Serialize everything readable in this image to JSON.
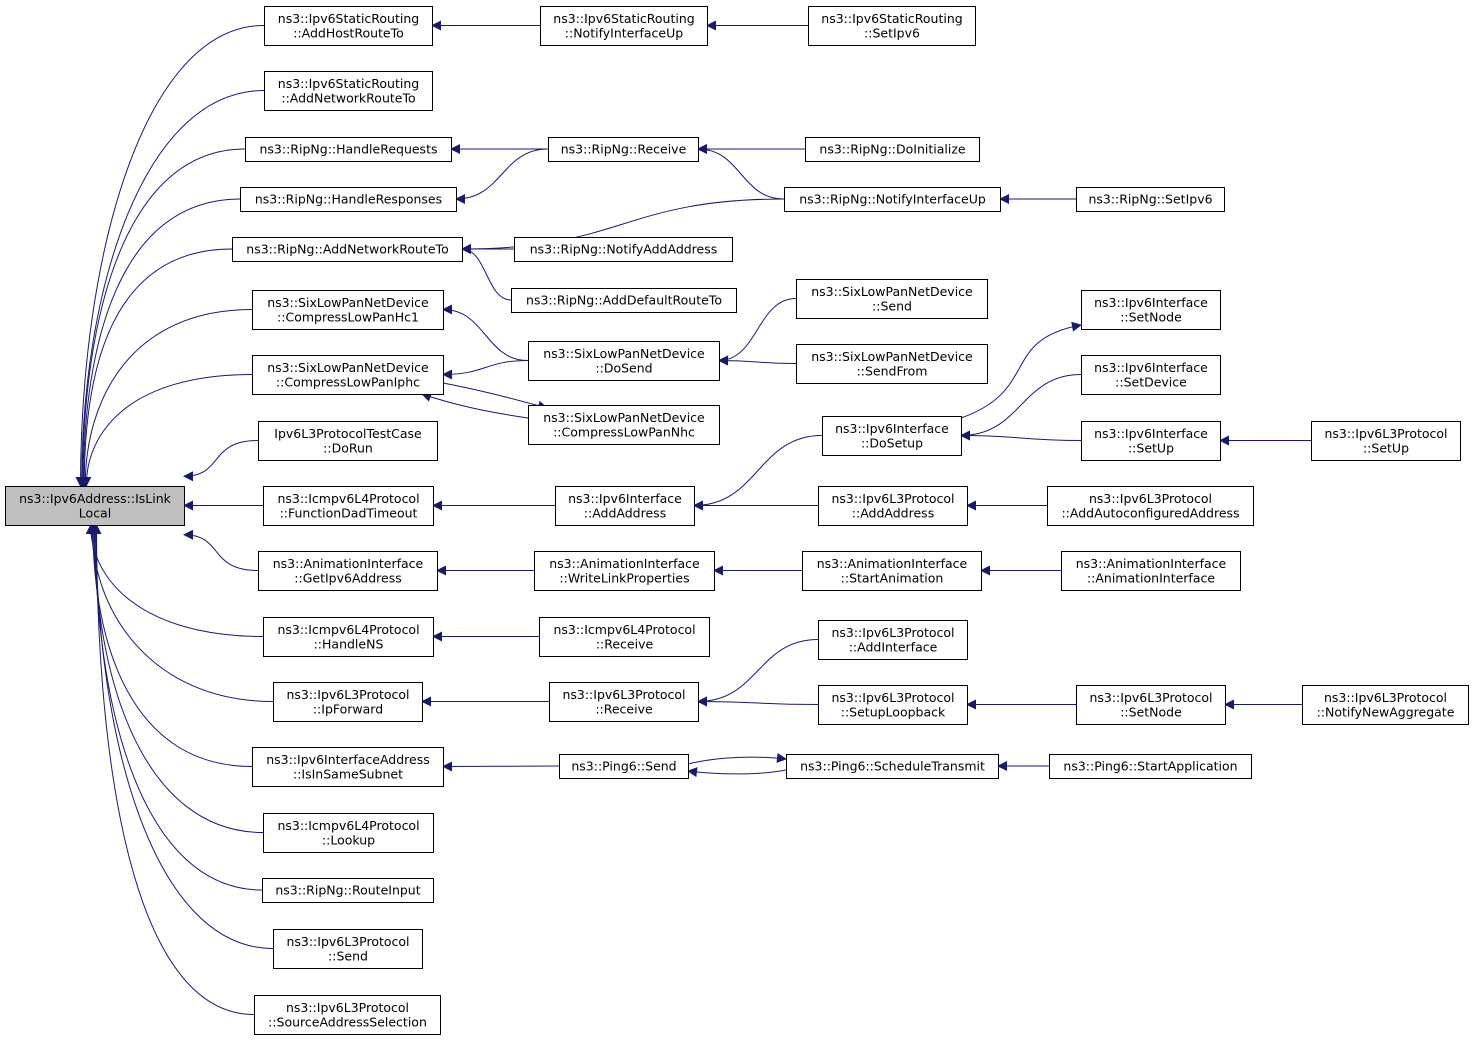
{
  "diagram": {
    "type": "doxygen-caller-graph",
    "colors": {
      "edge": "#191970",
      "root_fill": "#bfbfbf",
      "node_fill": "#ffffff",
      "node_border": "#000000"
    },
    "nodes": {
      "root": {
        "lines": [
          "ns3::Ipv6Address::IsLink",
          "Local"
        ]
      },
      "ai1": {
        "lines": [
          "ns3::Ipv6StaticRouting",
          "::AddHostRouteTo"
        ]
      },
      "ai2": {
        "lines": [
          "ns3::Ipv6StaticRouting",
          "::NotifyInterfaceUp"
        ]
      },
      "ai3": {
        "lines": [
          "ns3::Ipv6StaticRouting",
          "::SetIpv6"
        ]
      },
      "anr": {
        "lines": [
          "ns3::Ipv6StaticRouting",
          "::AddNetworkRouteTo"
        ]
      },
      "hreq": {
        "lines": [
          "ns3::RipNg::HandleRequests"
        ]
      },
      "rrecv": {
        "lines": [
          "ns3::RipNg::Receive"
        ]
      },
      "rdoinit": {
        "lines": [
          "ns3::RipNg::DoInitialize"
        ]
      },
      "hresp": {
        "lines": [
          "ns3::RipNg::HandleResponses"
        ]
      },
      "rniu": {
        "lines": [
          "ns3::RipNg::NotifyInterfaceUp"
        ]
      },
      "rsetipv6": {
        "lines": [
          "ns3::RipNg::SetIpv6"
        ]
      },
      "ranr": {
        "lines": [
          "ns3::RipNg::AddNetworkRouteTo"
        ]
      },
      "rnaa": {
        "lines": [
          "ns3::RipNg::NotifyAddAddress"
        ]
      },
      "radr": {
        "lines": [
          "ns3::RipNg::AddDefaultRouteTo"
        ]
      },
      "hc1": {
        "lines": [
          "ns3::SixLowPanNetDevice",
          "::CompressLowPanHc1"
        ]
      },
      "sixsend": {
        "lines": [
          "ns3::SixLowPanNetDevice",
          "::Send"
        ]
      },
      "sixdosend": {
        "lines": [
          "ns3::SixLowPanNetDevice",
          "::DoSend"
        ]
      },
      "sixsendfrom": {
        "lines": [
          "ns3::SixLowPanNetDevice",
          "::SendFrom"
        ]
      },
      "iphc": {
        "lines": [
          "ns3::SixLowPanNetDevice",
          "::CompressLowPanIphc"
        ]
      },
      "nhc": {
        "lines": [
          "ns3::SixLowPanNetDevice",
          "::CompressLowPanNhc"
        ]
      },
      "test": {
        "lines": [
          "Ipv6L3ProtocolTestCase",
          "::DoRun"
        ]
      },
      "ifsetnode": {
        "lines": [
          "ns3::Ipv6Interface",
          "::SetNode"
        ]
      },
      "ifsetdev": {
        "lines": [
          "ns3::Ipv6Interface",
          "::SetDevice"
        ]
      },
      "ifdosetup": {
        "lines": [
          "ns3::Ipv6Interface",
          "::DoSetup"
        ]
      },
      "ifsetup": {
        "lines": [
          "ns3::Ipv6Interface",
          "::SetUp"
        ]
      },
      "l3setup": {
        "lines": [
          "ns3::Ipv6L3Protocol",
          "::SetUp"
        ]
      },
      "fdad": {
        "lines": [
          "ns3::Icmpv6L4Protocol",
          "::FunctionDadTimeout"
        ]
      },
      "ifaddaddr": {
        "lines": [
          "ns3::Ipv6Interface",
          "::AddAddress"
        ]
      },
      "l3addaddr": {
        "lines": [
          "ns3::Ipv6L3Protocol",
          "::AddAddress"
        ]
      },
      "l3autoaddr": {
        "lines": [
          "ns3::Ipv6L3Protocol",
          "::AddAutoconfiguredAddress"
        ]
      },
      "anigetip": {
        "lines": [
          "ns3::AnimationInterface",
          "::GetIpv6Address"
        ]
      },
      "aniwlp": {
        "lines": [
          "ns3::AnimationInterface",
          "::WriteLinkProperties"
        ]
      },
      "anistart": {
        "lines": [
          "ns3::AnimationInterface",
          "::StartAnimation"
        ]
      },
      "anictor": {
        "lines": [
          "ns3::AnimationInterface",
          "::AnimationInterface"
        ]
      },
      "handlens": {
        "lines": [
          "ns3::Icmpv6L4Protocol",
          "::HandleNS"
        ]
      },
      "icmprecv": {
        "lines": [
          "ns3::Icmpv6L4Protocol",
          "::Receive"
        ]
      },
      "l3addif": {
        "lines": [
          "ns3::Ipv6L3Protocol",
          "::AddInterface"
        ]
      },
      "ipfwd": {
        "lines": [
          "ns3::Ipv6L3Protocol",
          "::IpForward"
        ]
      },
      "l3recv": {
        "lines": [
          "ns3::Ipv6L3Protocol",
          "::Receive"
        ]
      },
      "l3loop": {
        "lines": [
          "ns3::Ipv6L3Protocol",
          "::SetupLoopback"
        ]
      },
      "l3setnode": {
        "lines": [
          "ns3::Ipv6L3Protocol",
          "::SetNode"
        ]
      },
      "l3nna": {
        "lines": [
          "ns3::Ipv6L3Protocol",
          "::NotifyNewAggregate"
        ]
      },
      "issame": {
        "lines": [
          "ns3::Ipv6InterfaceAddress",
          "::IsInSameSubnet"
        ]
      },
      "p6send": {
        "lines": [
          "ns3::Ping6::Send"
        ]
      },
      "p6sched": {
        "lines": [
          "ns3::Ping6::ScheduleTransmit"
        ]
      },
      "p6start": {
        "lines": [
          "ns3::Ping6::StartApplication"
        ]
      },
      "lookup": {
        "lines": [
          "ns3::Icmpv6L4Protocol",
          "::Lookup"
        ]
      },
      "routein": {
        "lines": [
          "ns3::RipNg::RouteInput"
        ]
      },
      "l3send": {
        "lines": [
          "ns3::Ipv6L3Protocol",
          "::Send"
        ]
      },
      "srcsel": {
        "lines": [
          "ns3::Ipv6L3Protocol",
          "::SourceAddressSelection"
        ]
      }
    },
    "edges": [
      [
        "root",
        "ai1"
      ],
      [
        "root",
        "anr"
      ],
      [
        "root",
        "hreq"
      ],
      [
        "root",
        "hresp"
      ],
      [
        "root",
        "ranr"
      ],
      [
        "root",
        "hc1"
      ],
      [
        "root",
        "iphc"
      ],
      [
        "root",
        "test"
      ],
      [
        "root",
        "fdad"
      ],
      [
        "root",
        "anigetip"
      ],
      [
        "root",
        "handlens"
      ],
      [
        "root",
        "ipfwd"
      ],
      [
        "root",
        "issame"
      ],
      [
        "root",
        "lookup"
      ],
      [
        "root",
        "routein"
      ],
      [
        "root",
        "l3send"
      ],
      [
        "root",
        "srcsel"
      ],
      [
        "ai1",
        "ai2"
      ],
      [
        "ai2",
        "ai3"
      ],
      [
        "hreq",
        "rrecv"
      ],
      [
        "rrecv",
        "rdoinit"
      ],
      [
        "rrecv",
        "rniu"
      ],
      [
        "hresp",
        "rrecv"
      ],
      [
        "rniu",
        "rsetipv6"
      ],
      [
        "ranr",
        "rniu"
      ],
      [
        "ranr",
        "rnaa"
      ],
      [
        "ranr",
        "radr"
      ],
      [
        "hc1",
        "sixdosend"
      ],
      [
        "sixdosend",
        "sixsend"
      ],
      [
        "sixdosend",
        "sixsendfrom"
      ],
      [
        "iphc",
        "sixdosend"
      ],
      [
        "iphc",
        "nhc"
      ],
      [
        "nhc",
        "iphc"
      ],
      [
        "ifdosetup",
        "ifsetnode"
      ],
      [
        "ifdosetup",
        "ifsetdev"
      ],
      [
        "ifdosetup",
        "ifsetup"
      ],
      [
        "ifsetup",
        "l3setup"
      ],
      [
        "fdad",
        "ifaddaddr"
      ],
      [
        "ifaddaddr",
        "ifdosetup"
      ],
      [
        "ifaddaddr",
        "l3addaddr"
      ],
      [
        "l3addaddr",
        "l3autoaddr"
      ],
      [
        "anigetip",
        "aniwlp"
      ],
      [
        "aniwlp",
        "anistart"
      ],
      [
        "anistart",
        "anictor"
      ],
      [
        "handlens",
        "icmprecv"
      ],
      [
        "ipfwd",
        "l3recv"
      ],
      [
        "l3recv",
        "l3addif"
      ],
      [
        "l3recv",
        "l3loop"
      ],
      [
        "l3loop",
        "l3setnode"
      ],
      [
        "l3setnode",
        "l3nna"
      ],
      [
        "issame",
        "p6send"
      ],
      [
        "p6send",
        "p6sched"
      ],
      [
        "p6sched",
        "p6send"
      ],
      [
        "p6sched",
        "p6start"
      ]
    ]
  }
}
